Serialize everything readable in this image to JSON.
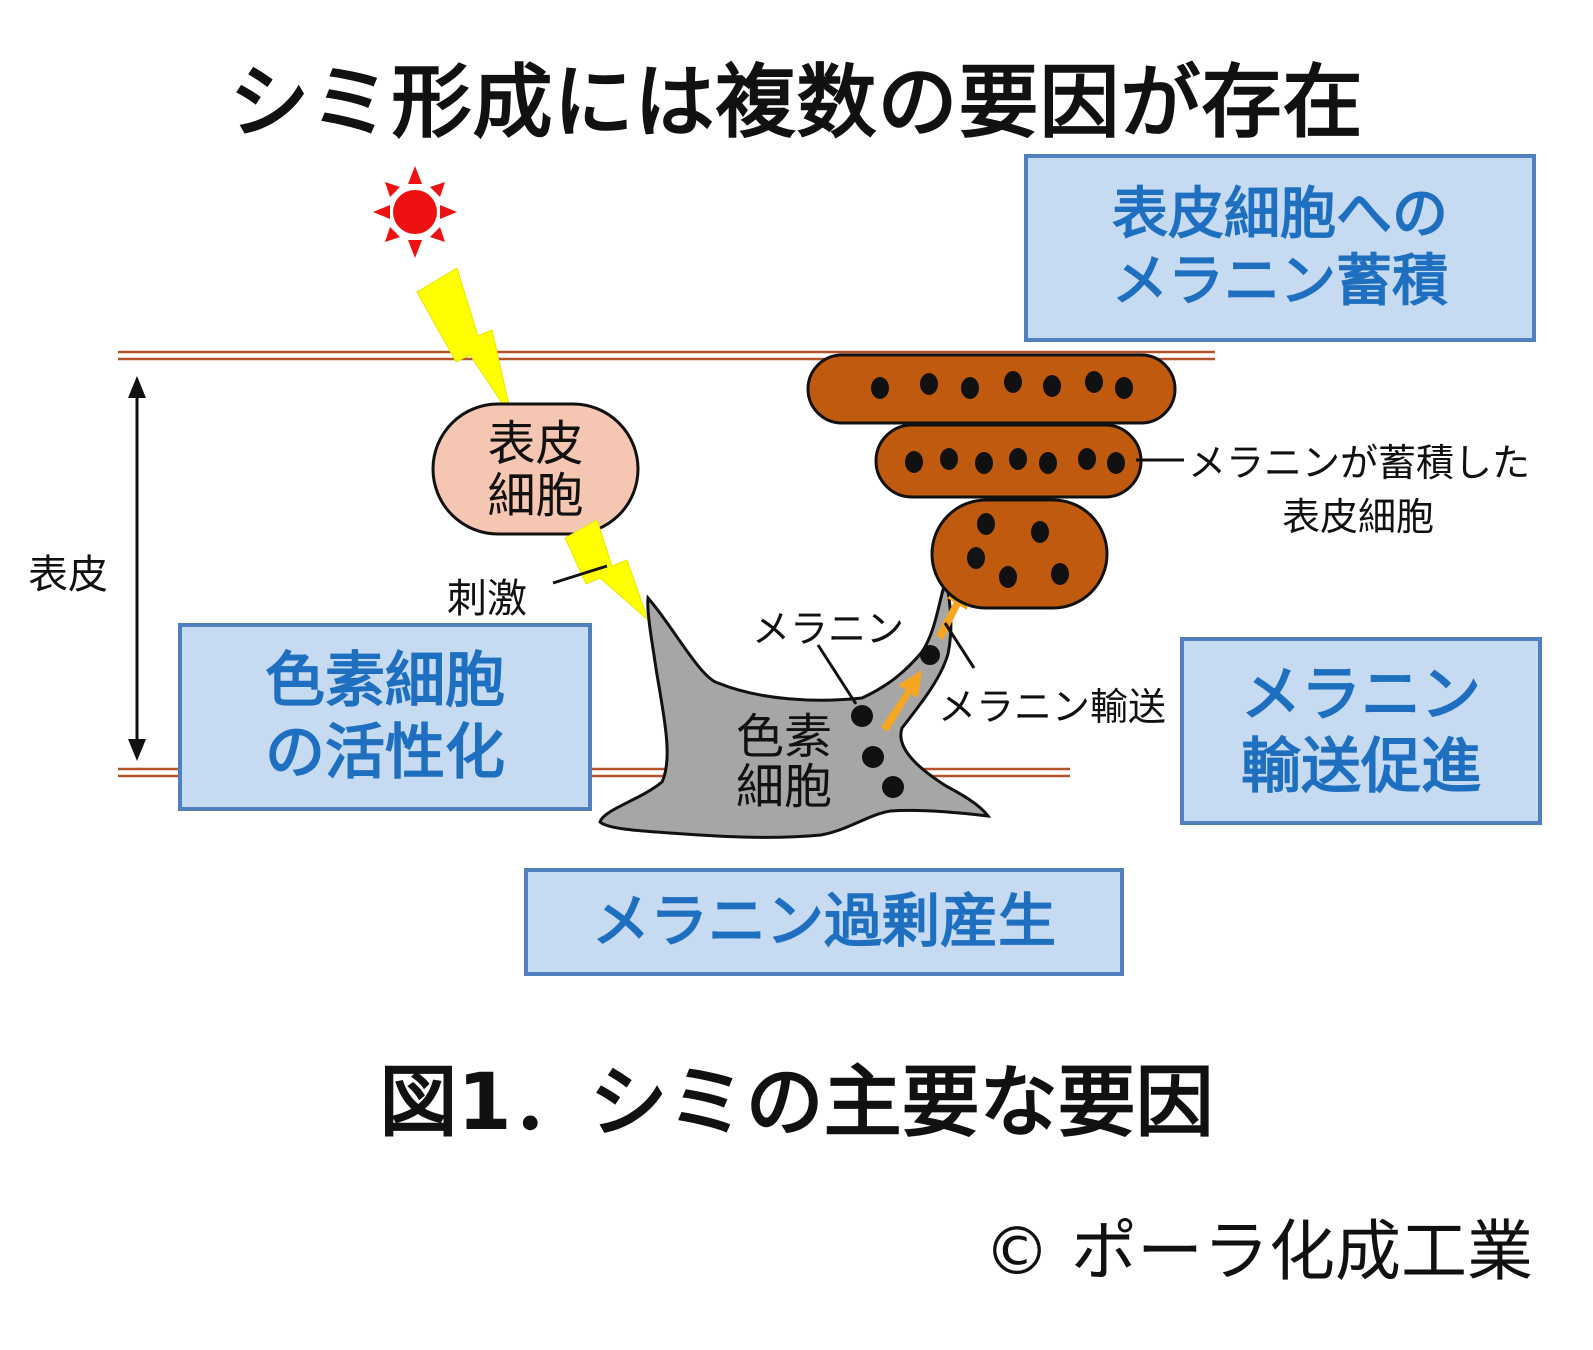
{
  "title": "シミ形成には複数の要因が存在",
  "caption": "図1．シミの主要な要因",
  "credit": "© ポーラ化成工業",
  "boxes": {
    "accumulation": [
      "表皮細胞への",
      "メラニン蓄積"
    ],
    "activation": [
      "色素細胞",
      "の活性化"
    ],
    "transport": [
      "メラニン",
      "輸送促進"
    ],
    "overproduction": "メラニン過剰産生"
  },
  "labels": {
    "epidermis": "表皮",
    "epidermal_cell": [
      "表皮",
      "細胞"
    ],
    "stimulus": "刺激",
    "melanocyte": [
      "色素",
      "細胞"
    ],
    "melanin": "メラニン",
    "melanin_transport": "メラニン輸送",
    "accumulated_cell": [
      "メラニンが蓄積した",
      "表皮細胞"
    ]
  },
  "colors": {
    "box_fill": "#c6daf1",
    "box_border": "#4f80bd",
    "box_text": "#1f6fc0",
    "skin_line": "#b5532a",
    "epidermal_cell_fill": "#f5c7b2",
    "melanin_cell_fill": "#c05a0e",
    "melanocyte_fill": "#a6a6a6",
    "sun": "#ee1111",
    "lightning": "#ffff00",
    "transport_arrow": "#f5a623"
  }
}
